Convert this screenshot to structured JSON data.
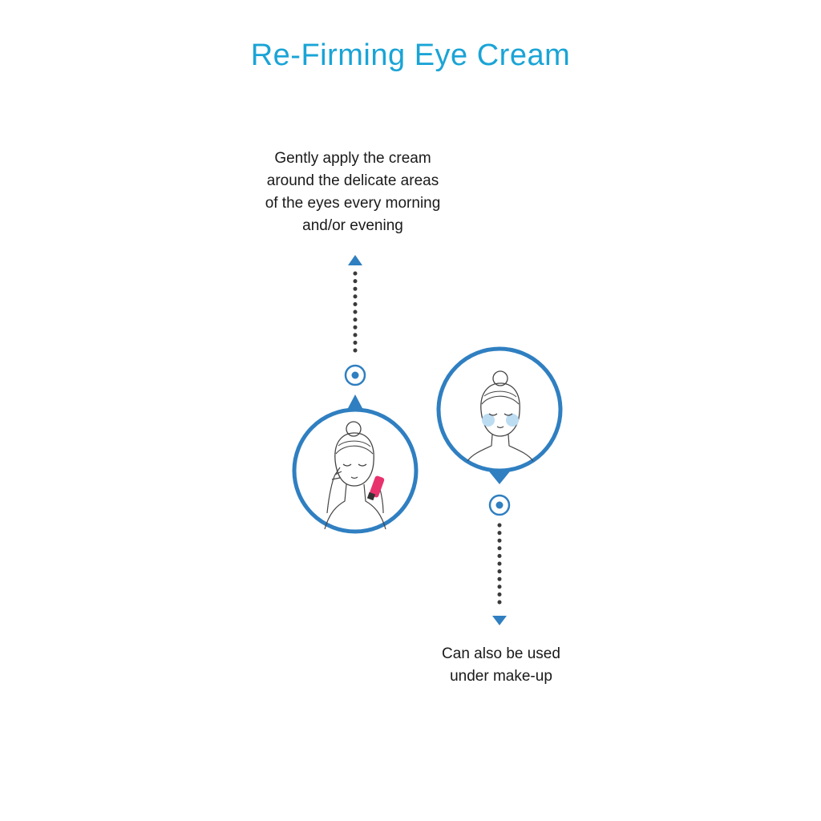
{
  "title": "Re-Firming Eye Cream",
  "steps": [
    {
      "text": "Gently apply the cream\naround the delicate areas\nof the eyes every morning\nand/or evening",
      "illustration": "woman-applying-cream-with-fingers-icon"
    },
    {
      "text": "Can also be used\nunder make-up",
      "illustration": "woman-with-blush-cheeks-icon"
    }
  ],
  "colors": {
    "title": "#1aa4d6",
    "accent": "#2f7fc1",
    "dots": "#3a3a3a",
    "product": "#e8326e",
    "blush": "#bcdcf2"
  }
}
